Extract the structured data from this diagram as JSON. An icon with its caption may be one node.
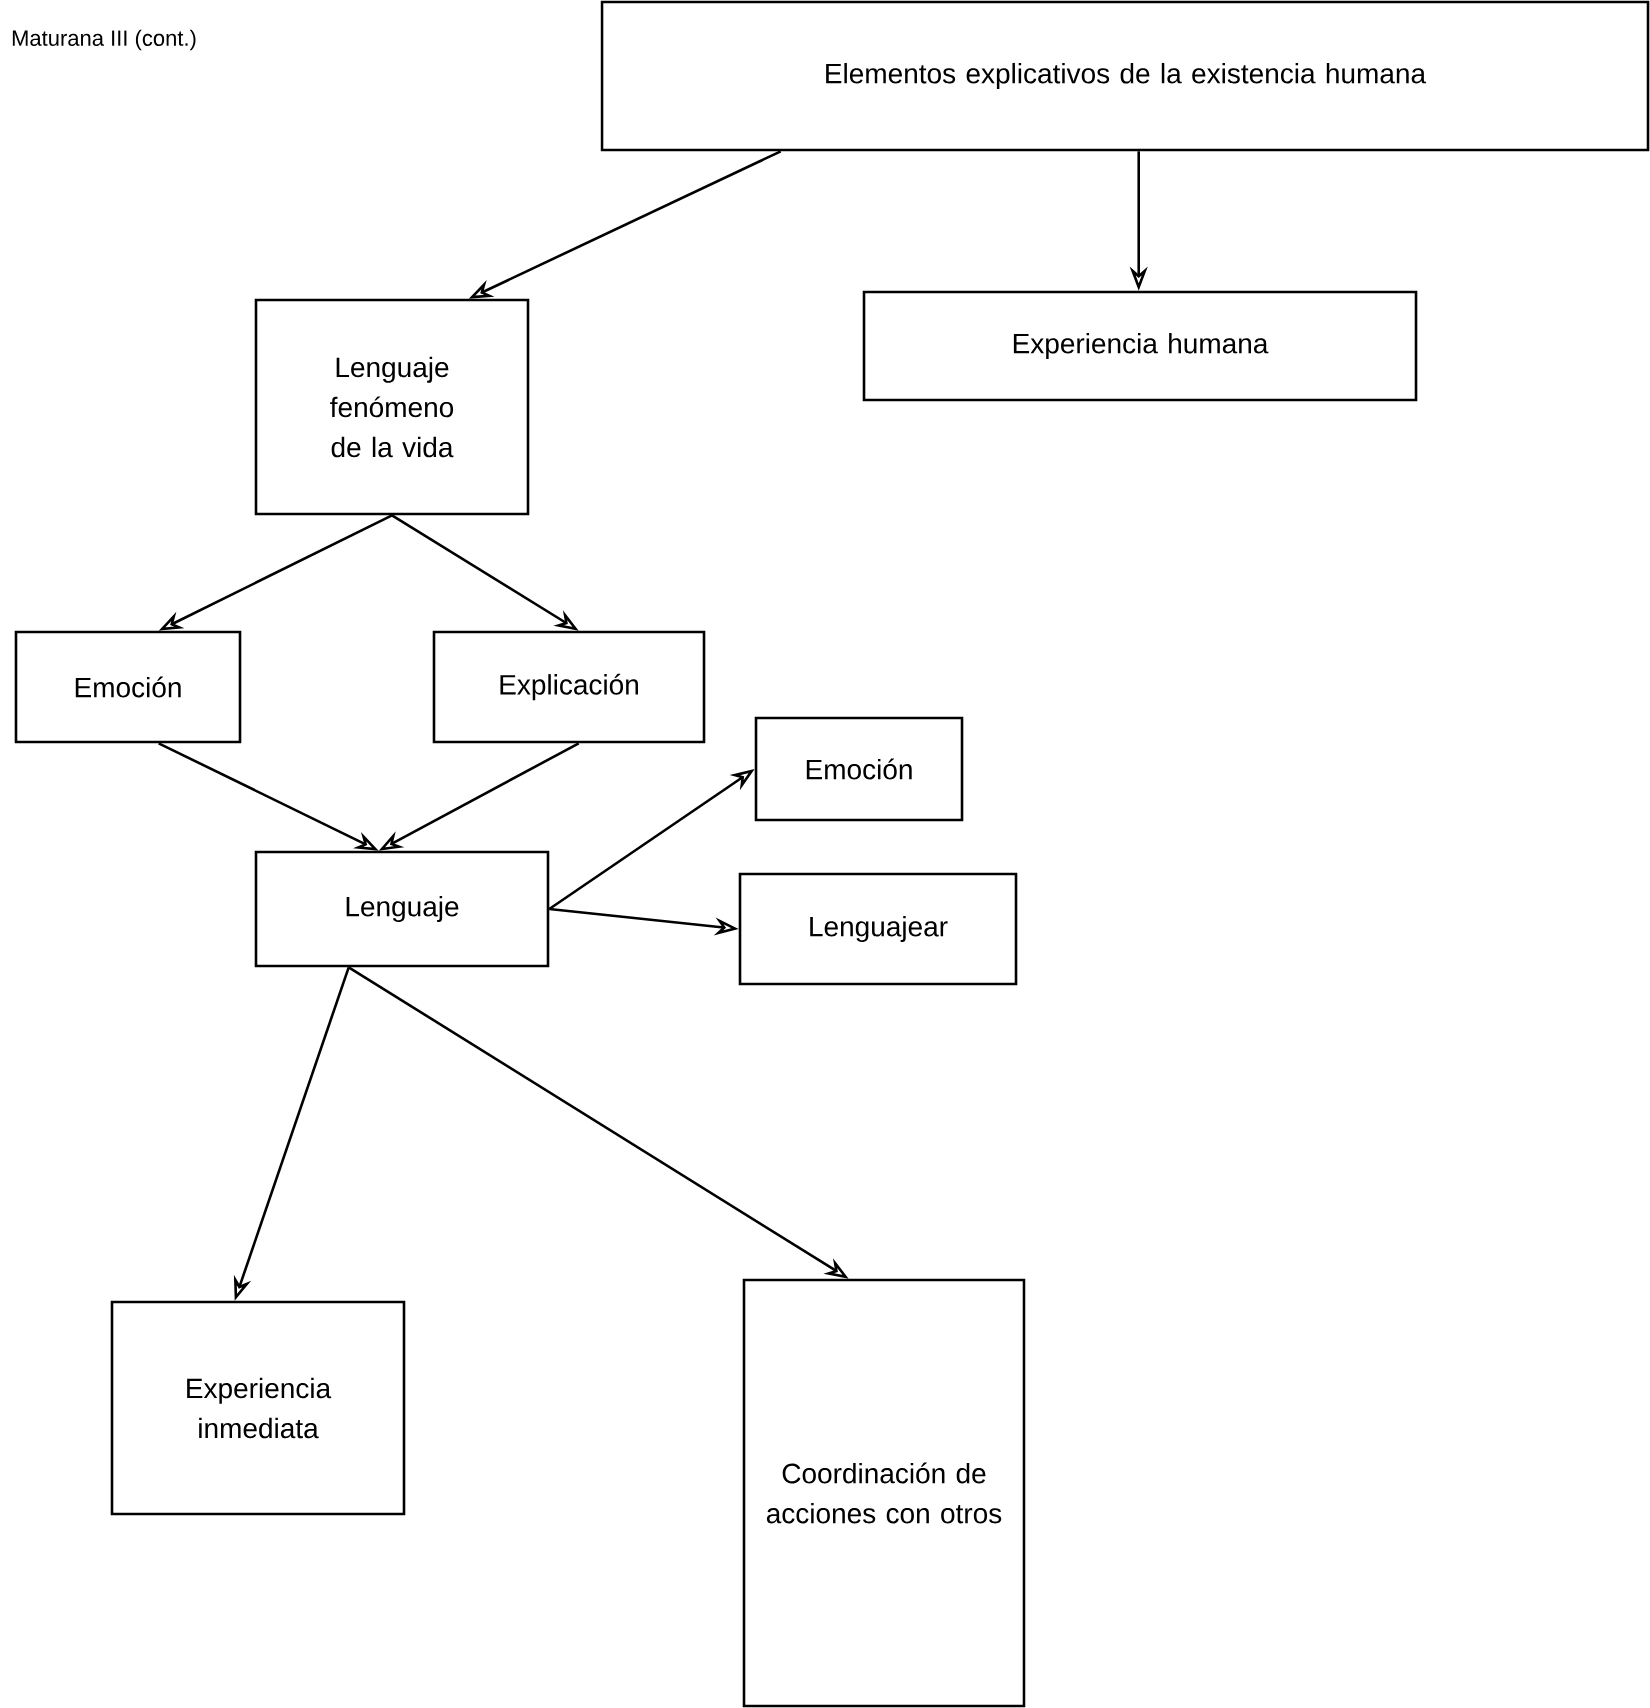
{
  "diagram": {
    "title": "Maturana III (cont.)",
    "nodes": [
      {
        "text": [
          "Elementos explicativos de la existencia humana"
        ]
      },
      {
        "text": [
          "Lenguaje fenómeno de la vida"
        ]
      },
      {
        "text": [
          "Experiencia humana"
        ]
      },
      {
        "text": [
          "Emoción"
        ]
      },
      {
        "text": [
          "Explicación"
        ]
      },
      {
        "text": [
          "Lenguaje"
        ]
      },
      {
        "text": [
          "Emoción"
        ]
      },
      {
        "text": [
          "Lenguajear"
        ]
      },
      {
        "text": [
          "Experiencia inmediata"
        ]
      },
      {
        "text": [
          "Coordinación de acciones con otros"
        ]
      }
    ],
    "edges": [
      {
        "from": 0,
        "to": 1,
        "arrow": "to"
      },
      {
        "from": 0,
        "to": 2,
        "arrow": "to"
      },
      {
        "from": 1,
        "to": 3,
        "arrow": "to"
      },
      {
        "from": 1,
        "to": 4,
        "arrow": "to"
      },
      {
        "from": 3,
        "to": 5,
        "arrow": "to"
      },
      {
        "from": 4,
        "to": 5,
        "arrow": "to"
      },
      {
        "from": 5,
        "to": 6,
        "arrow": "to"
      },
      {
        "from": 5,
        "to": 7,
        "arrow": "to"
      },
      {
        "from": 5,
        "to": 8,
        "arrow": "to"
      },
      {
        "from": 5,
        "to": 9,
        "arrow": "to"
      }
    ]
  }
}
